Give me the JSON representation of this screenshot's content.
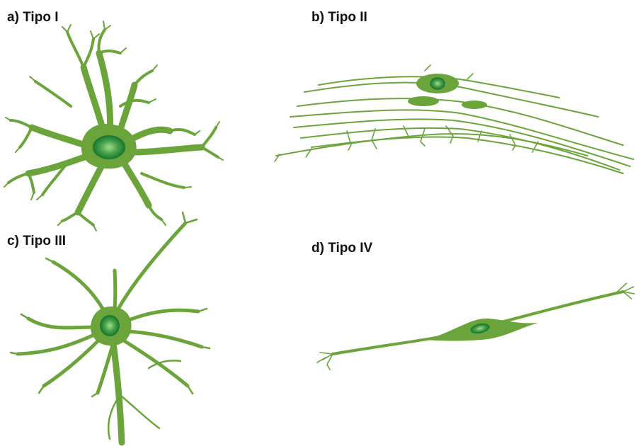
{
  "panels": [
    {
      "label": "a) Tipo I"
    },
    {
      "label": "b) Tipo II"
    },
    {
      "label": "c) Tipo III"
    },
    {
      "label": "d) Tipo IV"
    }
  ],
  "colors": {
    "cell": "#6ba43b",
    "cell_dark": "#4e8a2a",
    "nucleus": "#2f8c3a",
    "nucleus_light": "#8fcf7a",
    "label_text": "#111111"
  }
}
